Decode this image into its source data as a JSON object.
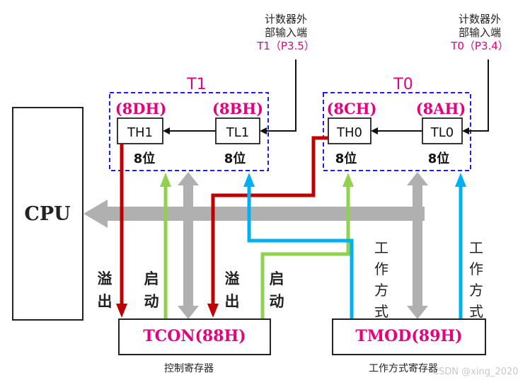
{
  "cpu": {
    "label": "CPU"
  },
  "t1": {
    "title": "T1",
    "th": {
      "addr": "(8DH)",
      "name": "TH1",
      "bits": "8位"
    },
    "tl": {
      "addr": "(8BH)",
      "name": "TL1",
      "bits": "8位"
    },
    "input_note": {
      "line1": "计数器外",
      "line2": "部输入端",
      "pin": "T1（P3.5）"
    }
  },
  "t0": {
    "title": "T0",
    "th": {
      "addr": "(8CH)",
      "name": "TH0",
      "bits": "8位"
    },
    "tl": {
      "addr": "(8AH)",
      "name": "TL0",
      "bits": "8位"
    },
    "input_note": {
      "line1": "计数器外",
      "line2": "部输入端",
      "pin": "T0（P3.4）"
    }
  },
  "signals": {
    "overflow": "溢出",
    "start": "启动",
    "mode": "工作方式"
  },
  "tcon": {
    "name": "TCON(88H)",
    "caption": "控制寄存器"
  },
  "tmod": {
    "name": "TMOD(89H)",
    "caption": "工作方式寄存器"
  },
  "watermark": "CSDN @xing_2020",
  "colors": {
    "accent": "#e4007f",
    "frame": "#1a1aff",
    "overflow_line": "#c00000",
    "start_line": "#92d050",
    "mode_line": "#00b0f0",
    "bus": "#b0b0b0"
  }
}
